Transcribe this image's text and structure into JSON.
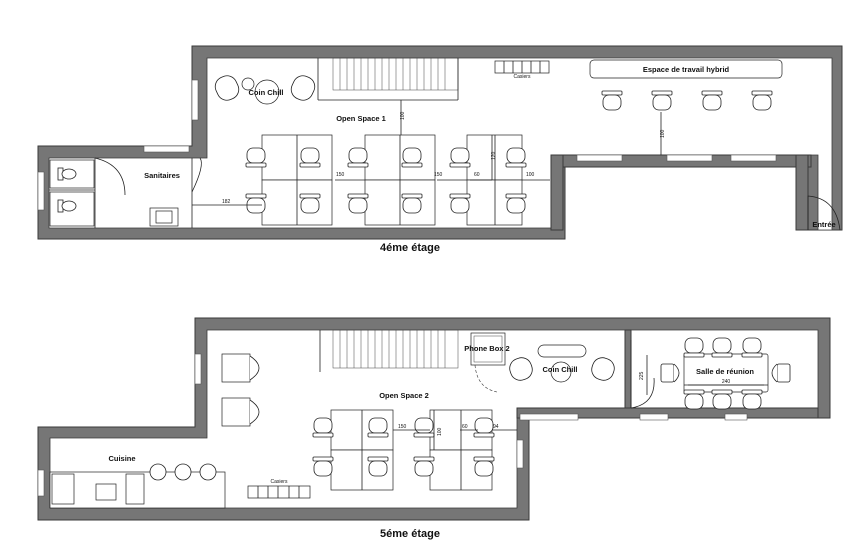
{
  "floors": [
    {
      "title": "4éme étage",
      "rooms": {
        "open_space": "Open Space 1",
        "coin_chill": "Coin Chill",
        "sanitaires": "Sanitaires",
        "hybrid": "Espace de travail hybrid",
        "casiers": "Casiers",
        "entree": "Entrée"
      },
      "dimensions": {
        "d1": "100",
        "d2": "150",
        "d3": "150",
        "d4": "60",
        "d5": "100",
        "d6": "120",
        "d7": "182",
        "d8": "100"
      }
    },
    {
      "title": "5éme étage",
      "rooms": {
        "open_space": "Open Space 2",
        "coin_chill": "Coin Chill",
        "phone_box": "Phone Box 2",
        "salle": "Salle de réunion",
        "cuisine": "Cuisine",
        "casiers": "Casiers"
      },
      "dimensions": {
        "d1": "150",
        "d2": "100",
        "d3": "60",
        "d4": "94",
        "d5": "225",
        "d6": "240"
      }
    }
  ]
}
